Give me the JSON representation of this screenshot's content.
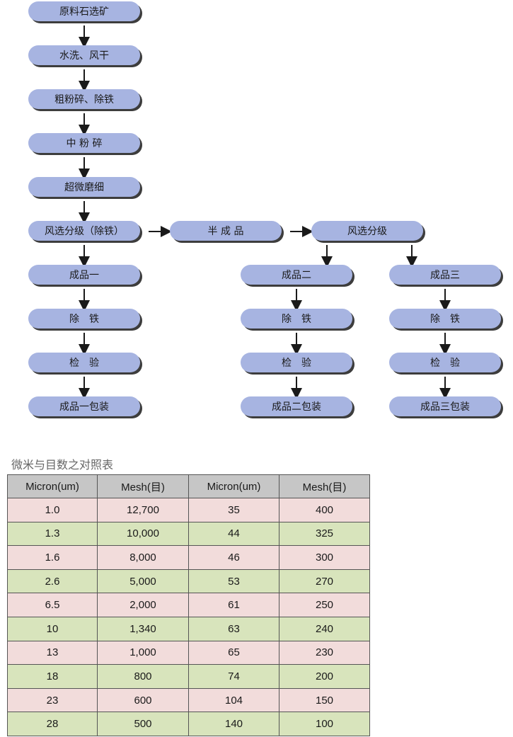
{
  "flow": {
    "main": [
      "原料石选矿",
      "水洗、风干",
      "粗粉碎、除铁",
      "中 粉 碎",
      "超微磨细",
      "风选分级（除铁）",
      "成品一",
      "除　铁",
      "检　验",
      "成品一包装"
    ],
    "semi": "半 成 品",
    "classify": "风选分级",
    "branch2": [
      "成品二",
      "除　铁",
      "检　验",
      "成品二包装"
    ],
    "branch3": [
      "成品三",
      "除　铁",
      "检　验",
      "成品三包装"
    ]
  },
  "table": {
    "title": "微米与目数之对照表",
    "headers": [
      "Micron(um)",
      "Mesh(目)",
      "Micron(um)",
      "Mesh(目)"
    ],
    "rows": [
      [
        "1.0",
        "12,700",
        "35",
        "400"
      ],
      [
        "1.3",
        "10,000",
        "44",
        "325"
      ],
      [
        "1.6",
        "8,000",
        "46",
        "300"
      ],
      [
        "2.6",
        "5,000",
        "53",
        "270"
      ],
      [
        "6.5",
        "2,000",
        "61",
        "250"
      ],
      [
        "10",
        "1,340",
        "63",
        "240"
      ],
      [
        "13",
        "1,000",
        "65",
        "230"
      ],
      [
        "18",
        "800",
        "74",
        "200"
      ],
      [
        "23",
        "600",
        "104",
        "150"
      ],
      [
        "28",
        "500",
        "140",
        "100"
      ]
    ]
  },
  "colors": {
    "node_fill": "#a7b4e1",
    "node_shadow": "#3d3d3d",
    "row_pink": "#f2dcdb",
    "row_green": "#d8e4bc",
    "header_gray": "#c6c6c6"
  }
}
